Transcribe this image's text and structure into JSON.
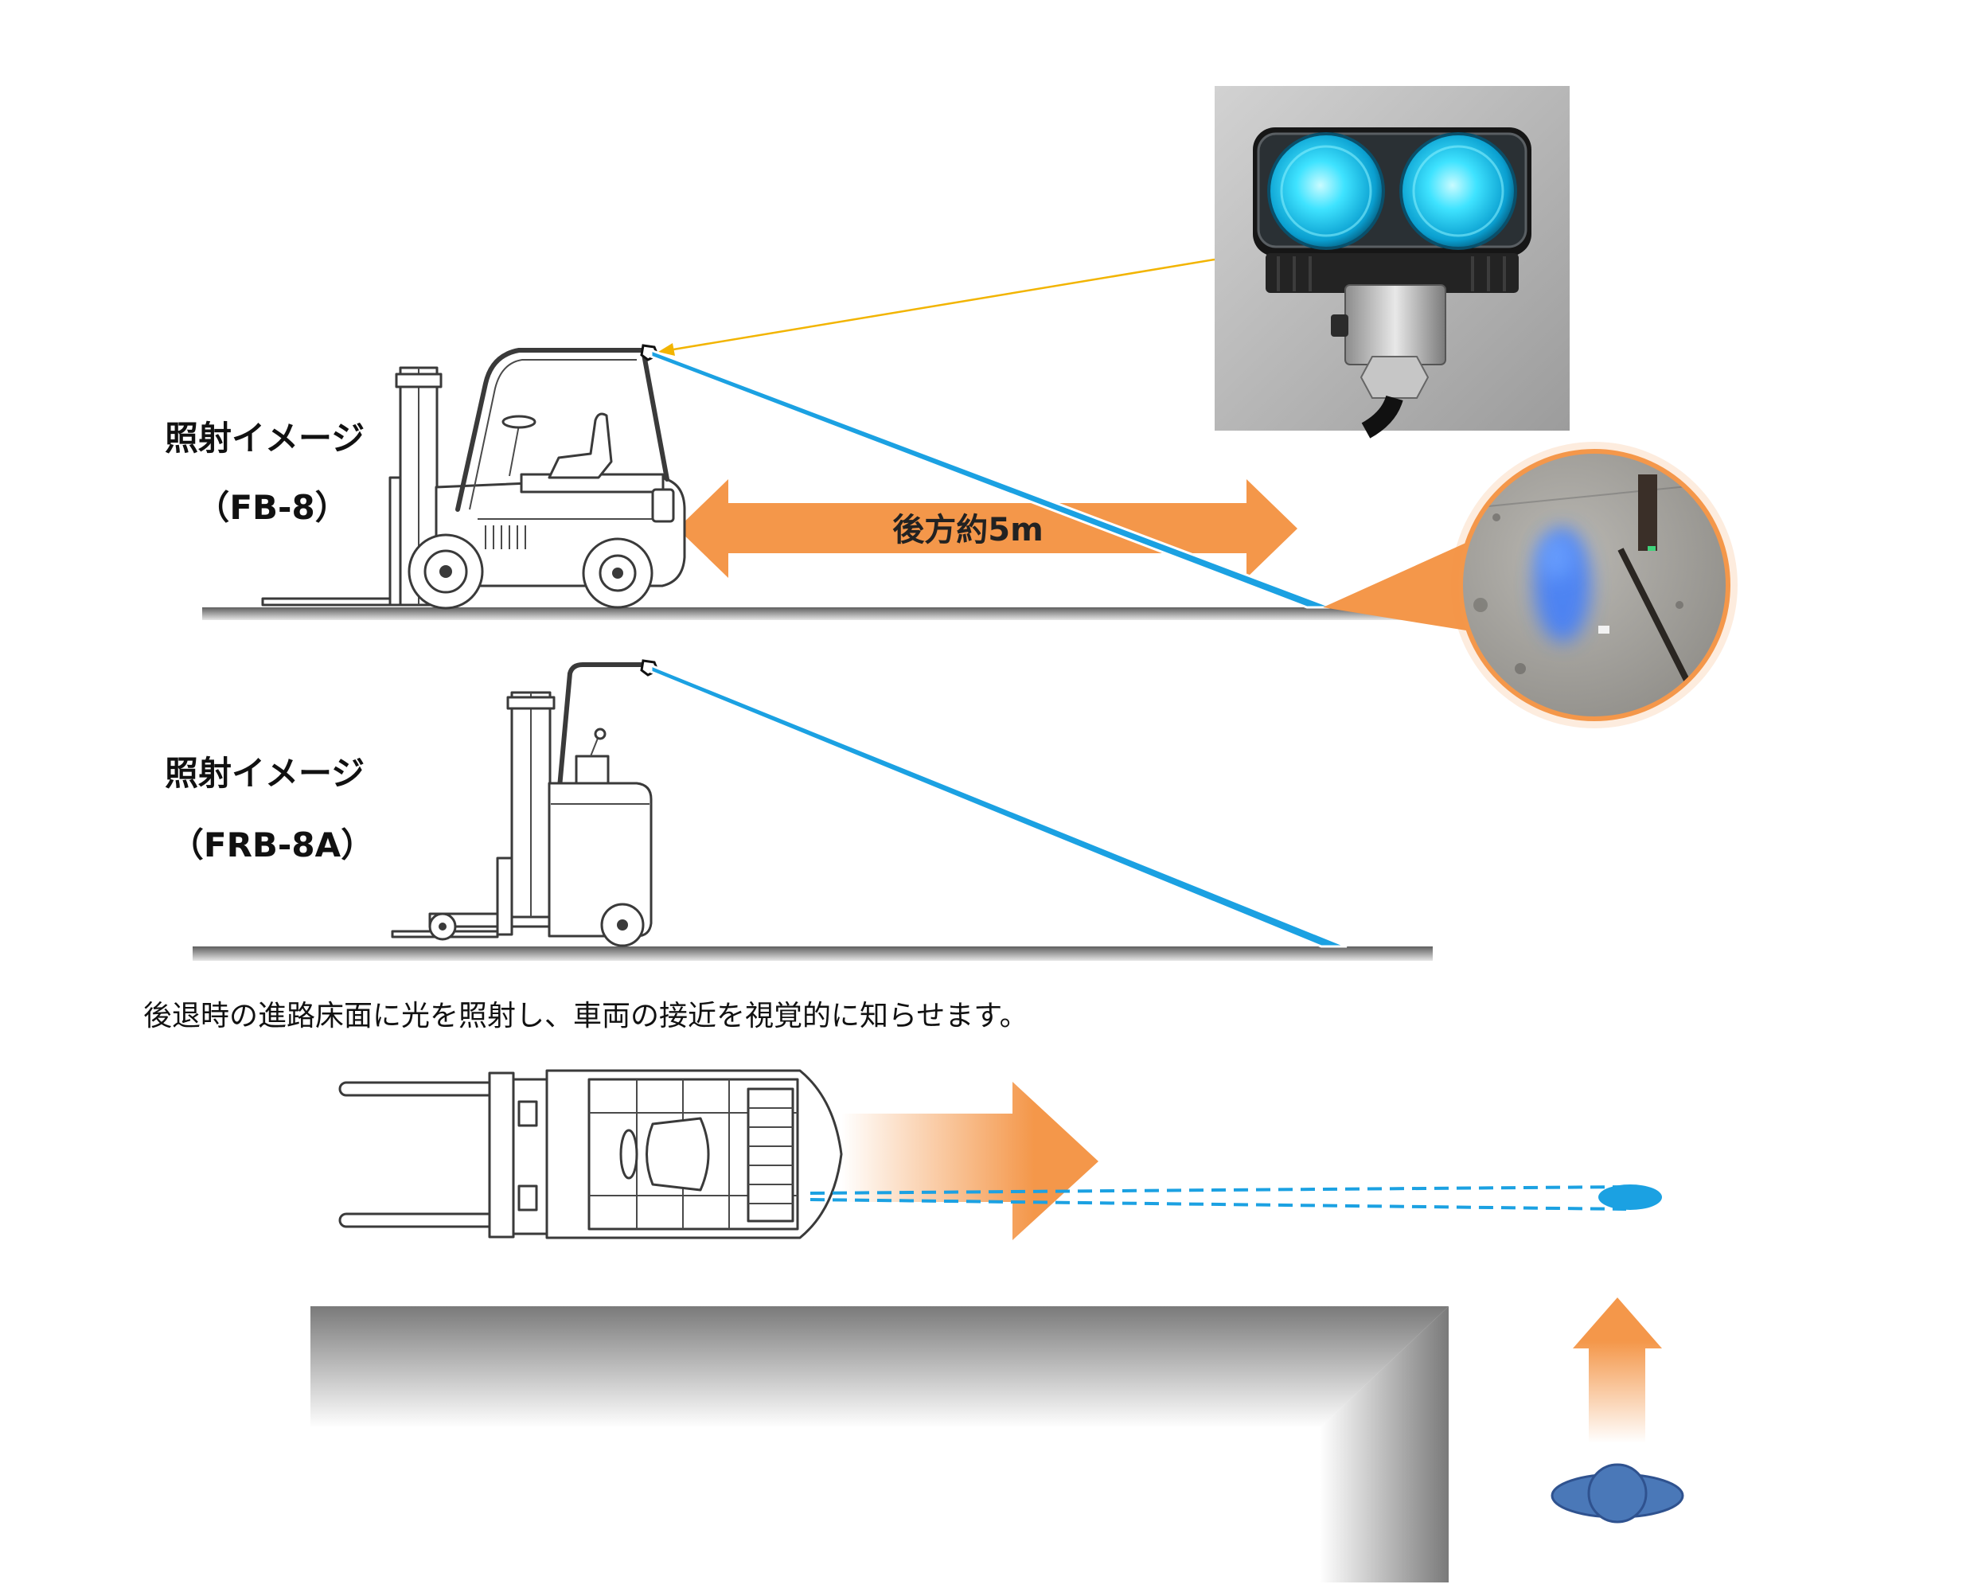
{
  "labels": {
    "fb8_title": "照射イメージ",
    "fb8_model": "（FB-8）",
    "frb8a_title": "照射イメージ",
    "frb8a_model": "（FRB-8A）",
    "distance": "後方約5m",
    "caption": "後退時の進路床面に光を照射し、車両の接近を視覚的に知らせます。"
  },
  "colors": {
    "beam": "#1ba1e2",
    "arrow": "#f4974a",
    "pointer": "#f2b400",
    "ring": "#f4974a",
    "person": "#4a78b8"
  },
  "icons": {
    "light_photo": "blue-spot-light-icon",
    "floor_zoom": "floor-spot-zoom-icon",
    "pedestrian": "person-top-view-icon"
  }
}
